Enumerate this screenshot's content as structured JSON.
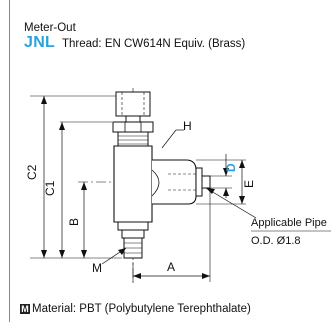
{
  "header": {
    "subtitle": "Meter-Out",
    "code": "JNL",
    "thread": "Thread: EN CW614N Equiv. (Brass)"
  },
  "dims": {
    "c2": "C2",
    "c1": "C1",
    "b": "B",
    "a": "A",
    "h": "H",
    "m": "M",
    "d": "D",
    "e": "E"
  },
  "pipe": {
    "line1": "Applicable Pipe",
    "line2": "O.D. Ø1.8"
  },
  "footer": {
    "material_badge": "M",
    "material": "Material: PBT (Polybutylene Terephthalate)"
  },
  "colors": {
    "accent": "#29a3e0",
    "line": "#111111"
  }
}
